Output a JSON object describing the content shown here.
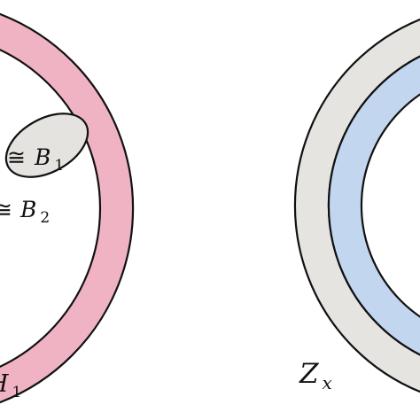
{
  "labels": {
    "b1_congruence": "≅",
    "b1_letter": "B",
    "b1_sub": "1",
    "b2_congruence": "≅",
    "b2_letter": "B",
    "b2_sub": "2",
    "h1_letter": "H",
    "h1_sub": "1",
    "zx_letter": "Z",
    "zx_sub": "x"
  },
  "colors": {
    "pink_ring": "#f0b3c3",
    "gray_ring": "#e6e4e1",
    "blue_ring": "#c2d6f0",
    "ellipse_fill": "#e5e3e0",
    "stroke": "#111111",
    "background": "#ffffff"
  }
}
